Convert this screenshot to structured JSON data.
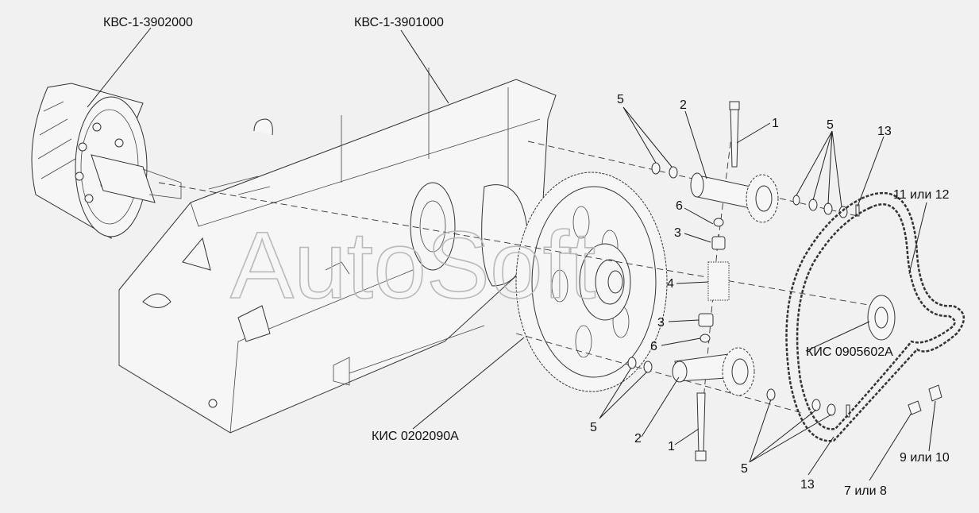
{
  "watermark": "AutoSoft",
  "assemblies": {
    "shaft_assembly": "КВС-1-3902000",
    "gearbox_housing": "КВС-1-3901000",
    "large_sprocket": "КИС 0202090А",
    "drive_sprocket": "КИС 0905602А"
  },
  "callouts": {
    "washer_top_left": "5",
    "tensioner_arm_top": "2",
    "bolt_top": "1",
    "washers_top_right": "5",
    "cotter_pin_top": "13",
    "chain": "11 или 12",
    "nut_top": "6",
    "spacer_top": "3",
    "spring": "4",
    "spacer_bottom": "3",
    "nut_bottom": "6",
    "washer_bottom_left": "5",
    "tensioner_arm_bottom": "2",
    "bolt_bottom": "1",
    "washers_bottom_right": "5",
    "cotter_pin_bottom": "13",
    "connecting_link": "7 или 8",
    "offset_link": "9 или 10"
  }
}
